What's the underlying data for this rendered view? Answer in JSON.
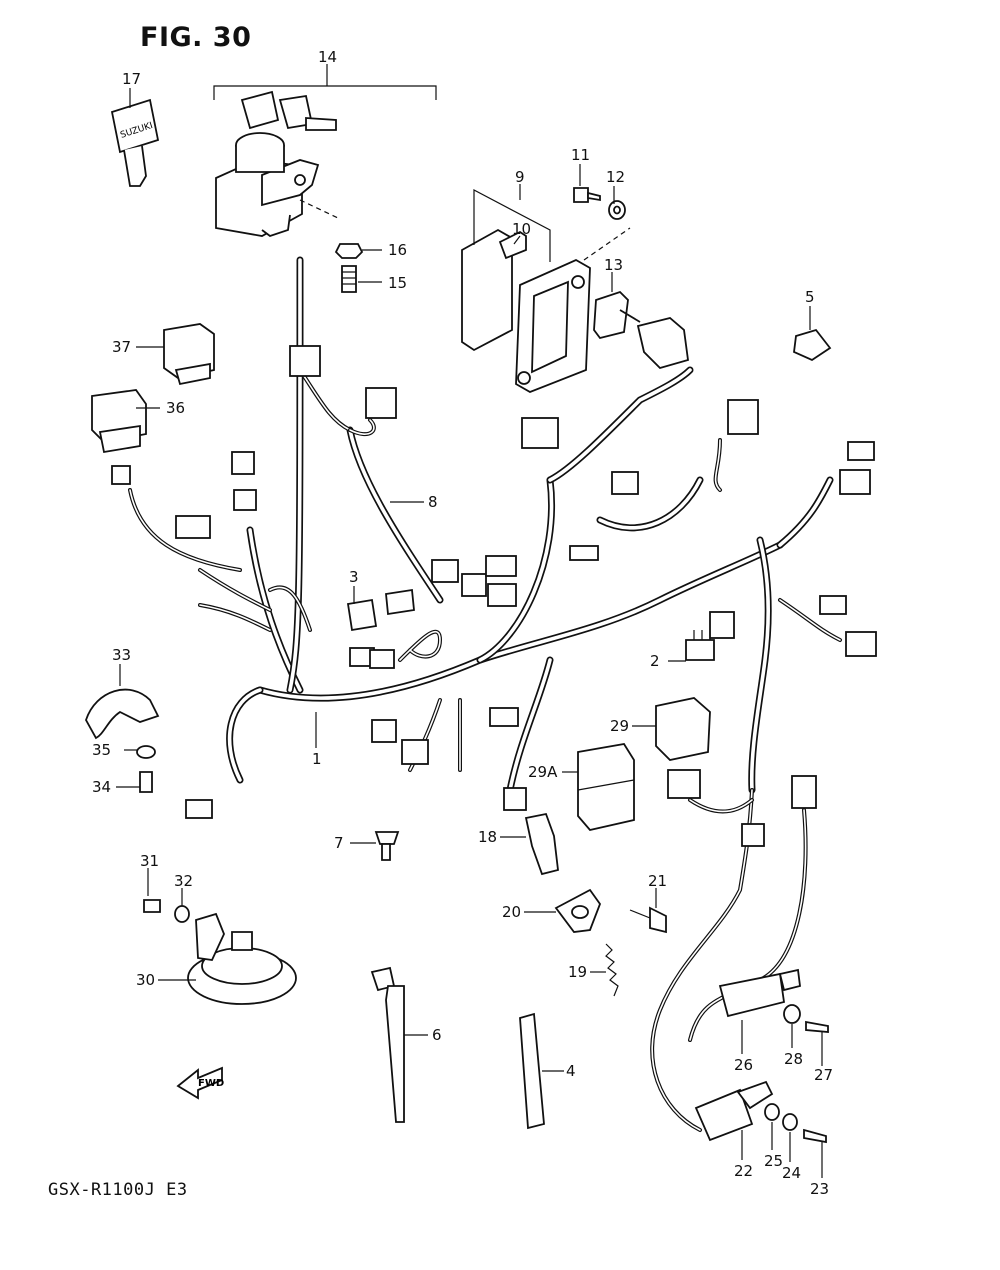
{
  "figure": {
    "title": "FIG. 30",
    "model": "GSX-R1100J E3",
    "fwd_badge": "FWD"
  },
  "callouts": [
    {
      "id": "c1",
      "text": "1"
    },
    {
      "id": "c2",
      "text": "2"
    },
    {
      "id": "c3",
      "text": "3"
    },
    {
      "id": "c4",
      "text": "4"
    },
    {
      "id": "c5",
      "text": "5"
    },
    {
      "id": "c6",
      "text": "6"
    },
    {
      "id": "c7",
      "text": "7"
    },
    {
      "id": "c8",
      "text": "8"
    },
    {
      "id": "c9",
      "text": "9"
    },
    {
      "id": "c10",
      "text": "10"
    },
    {
      "id": "c11",
      "text": "11"
    },
    {
      "id": "c12",
      "text": "12"
    },
    {
      "id": "c13",
      "text": "13"
    },
    {
      "id": "c14",
      "text": "14"
    },
    {
      "id": "c15",
      "text": "15"
    },
    {
      "id": "c16",
      "text": "16"
    },
    {
      "id": "c17",
      "text": "17"
    },
    {
      "id": "c18",
      "text": "18"
    },
    {
      "id": "c19",
      "text": "19"
    },
    {
      "id": "c20",
      "text": "20"
    },
    {
      "id": "c21",
      "text": "21"
    },
    {
      "id": "c22",
      "text": "22"
    },
    {
      "id": "c23",
      "text": "23"
    },
    {
      "id": "c24",
      "text": "24"
    },
    {
      "id": "c25",
      "text": "25"
    },
    {
      "id": "c26",
      "text": "26"
    },
    {
      "id": "c27",
      "text": "27"
    },
    {
      "id": "c28",
      "text": "28"
    },
    {
      "id": "c29",
      "text": "29"
    },
    {
      "id": "c29a",
      "text": "29A"
    },
    {
      "id": "c30",
      "text": "30"
    },
    {
      "id": "c31",
      "text": "31"
    },
    {
      "id": "c32",
      "text": "32"
    },
    {
      "id": "c33",
      "text": "33"
    },
    {
      "id": "c34",
      "text": "34"
    },
    {
      "id": "c35",
      "text": "35"
    },
    {
      "id": "c36",
      "text": "36"
    },
    {
      "id": "c37",
      "text": "37"
    }
  ],
  "key_brand": "SUZUKI"
}
